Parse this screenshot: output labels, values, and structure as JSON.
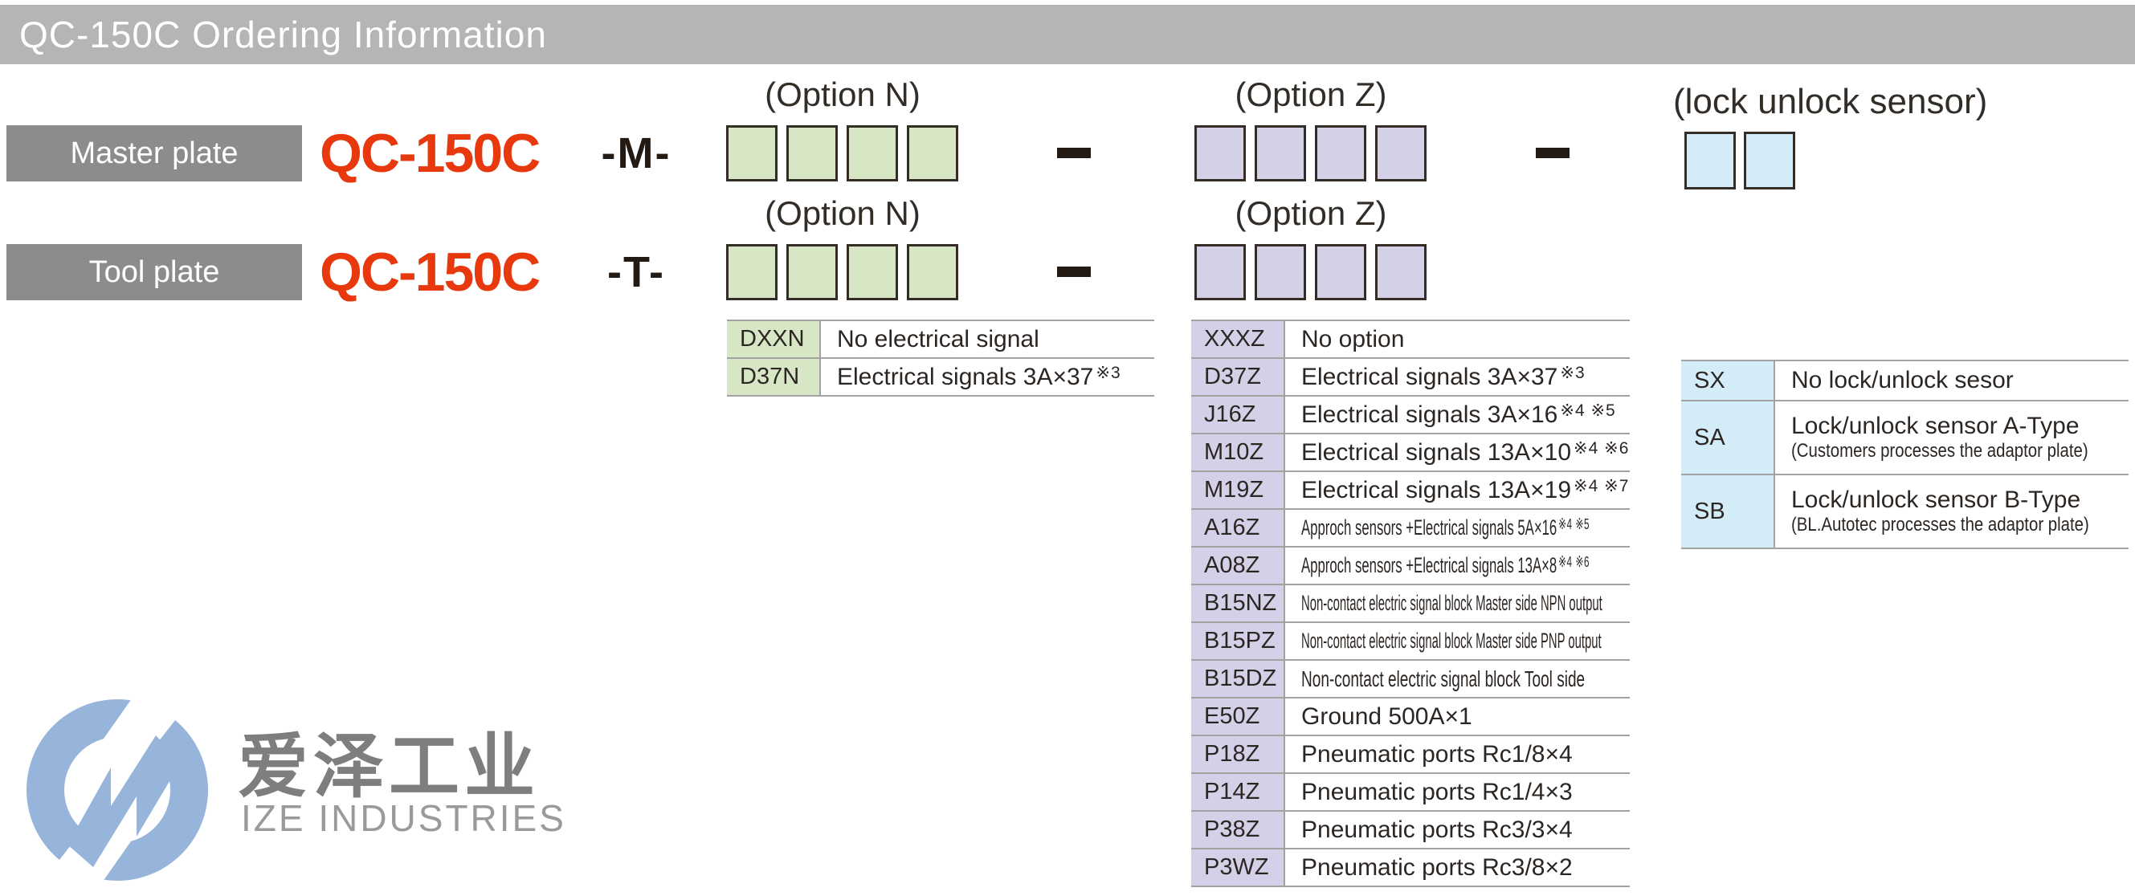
{
  "title": "QC-150C Ordering Information",
  "labels": {
    "option_n": "(Option N)",
    "option_z": "(Option Z)",
    "lock_sensor": "(lock unlock sensor)"
  },
  "rows": [
    {
      "plate": "Master plate",
      "model": "QC-150C",
      "suffix": "-M-"
    },
    {
      "plate": "Tool plate",
      "model": "QC-150C",
      "suffix": "-T-"
    }
  ],
  "option_n_table": [
    {
      "code": "DXXN",
      "desc": "No electrical signal"
    },
    {
      "code": "D37N",
      "desc": "Electrical signals 3A×37",
      "sup": "※3"
    }
  ],
  "option_z_table": [
    {
      "code": "XXXZ",
      "desc": "No option"
    },
    {
      "code": "D37Z",
      "desc": "Electrical signals 3A×37",
      "sup": "※3"
    },
    {
      "code": "J16Z",
      "desc": "Electrical signals 3A×16",
      "sup": "※4 ※5"
    },
    {
      "code": "M10Z",
      "desc": "Electrical signals 13A×10",
      "sup": "※4 ※6"
    },
    {
      "code": "M19Z",
      "desc": "Electrical signals 13A×19",
      "sup": "※4 ※7"
    },
    {
      "code": "A16Z",
      "desc": "Approch sensors +Electrical signals 5A×16",
      "sup": "※4 ※5",
      "size": "m"
    },
    {
      "code": "A08Z",
      "desc": "Approch sensors +Electrical signals 13A×8",
      "sup": "※4 ※6",
      "size": "m"
    },
    {
      "code": "B15NZ",
      "desc": "Non-contact electric signal block  Master side  NPN output",
      "size": "s"
    },
    {
      "code": "B15PZ",
      "desc": "Non-contact electric signal block  Master side  PNP output",
      "size": "s"
    },
    {
      "code": "B15DZ",
      "desc": "Non-contact electric signal block  Tool side",
      "size": "m2"
    },
    {
      "code": "E50Z",
      "desc": "Ground 500A×1"
    },
    {
      "code": "P18Z",
      "desc": "Pneumatic ports Rc1/8×4"
    },
    {
      "code": "P14Z",
      "desc": "Pneumatic ports Rc1/4×3"
    },
    {
      "code": "P38Z",
      "desc": "Pneumatic ports Rc3/3×4"
    },
    {
      "code": "P3WZ",
      "desc": "Pneumatic ports Rc3/8×2"
    }
  ],
  "lock_table": [
    {
      "code": "SX",
      "desc": "No lock/unlock sesor",
      "size": "single"
    },
    {
      "code": "SA",
      "desc": "Lock/unlock sensor A-Type",
      "note": "(Customers processes the adaptor plate)"
    },
    {
      "code": "SB",
      "desc": "Lock/unlock sensor B-Type",
      "note": "(BL.Autotec processes the adaptor plate)"
    }
  ],
  "logo": {
    "cjk": "爱泽工业",
    "latin": "IZE INDUSTRIES"
  },
  "colors": {
    "accent": "#e8380d",
    "option_n_fill": "#d7e7c5",
    "option_z_fill": "#d3d0e7",
    "lock_fill": "#d4ebf8",
    "title_bar_gray": "#b5b5b6",
    "plate_label_gray": "#8c8c8c",
    "logo_blue": "#97b5da"
  }
}
